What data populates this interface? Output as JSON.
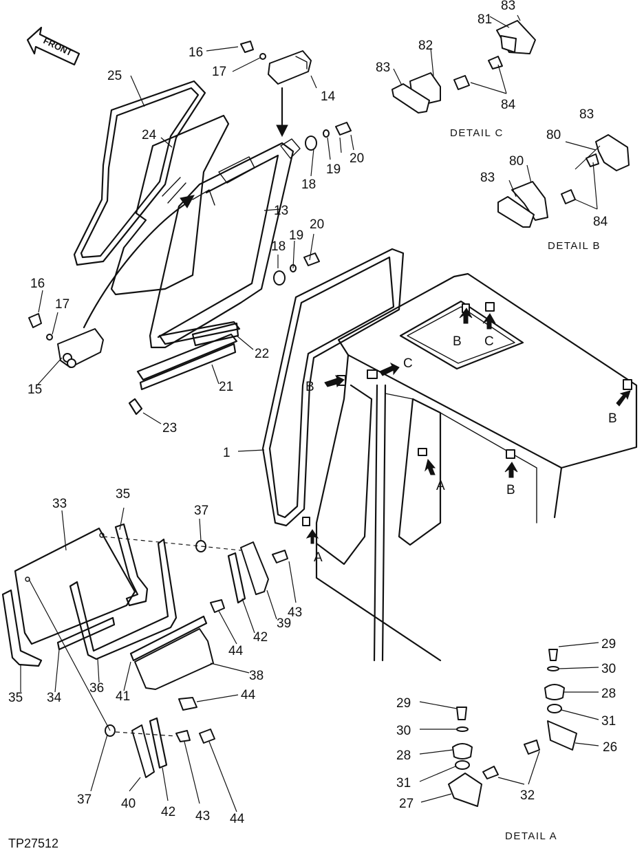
{
  "front_label": "FRONT",
  "figure_id": "TP27512",
  "detail_captions": {
    "c": "DETAIL C",
    "b": "DETAIL B",
    "a": "DETAIL A"
  },
  "callouts": {
    "n1": "1",
    "n13": "13",
    "n14": "14",
    "n15": "15",
    "n16a": "16",
    "n16b": "16",
    "n17a": "17",
    "n17b": "17",
    "n18a": "18",
    "n18b": "18",
    "n19a": "19",
    "n19b": "19",
    "n20a": "20",
    "n20b": "20",
    "n21": "21",
    "n22": "22",
    "n23": "23",
    "n24": "24",
    "n25": "25",
    "n26": "26",
    "n27": "27",
    "n28a": "28",
    "n28b": "28",
    "n29a": "29",
    "n29b": "29",
    "n30a": "30",
    "n30b": "30",
    "n31a": "31",
    "n31b": "31",
    "n32": "32",
    "n33": "33",
    "n34": "34",
    "n35a": "35",
    "n35b": "35",
    "n36": "36",
    "n37a": "37",
    "n37b": "37",
    "n38": "38",
    "n39": "39",
    "n40": "40",
    "n41": "41",
    "n42a": "42",
    "n42b": "42",
    "n43a": "43",
    "n43b": "43",
    "n44a": "44",
    "n44b": "44",
    "n44c": "44",
    "n80a": "80",
    "n80b": "80",
    "n81": "81",
    "n82": "82",
    "n83a": "83",
    "n83b": "83",
    "n83c": "83",
    "n83d": "83",
    "n84a": "84",
    "n84b": "84"
  },
  "location_markers": {
    "a1": "A",
    "a2": "A",
    "b1": "B",
    "b2": "B",
    "b3": "B",
    "b4": "B",
    "c1": "C",
    "c2": "C"
  }
}
